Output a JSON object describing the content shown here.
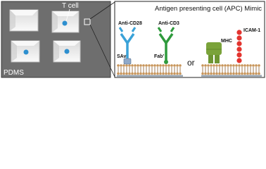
{
  "left_panel": {
    "tcell_label": "T cell",
    "substrate_label": "PDMS"
  },
  "right_panel": {
    "title": "Antigen presenting cell (APC) Mimic",
    "labels": {
      "anti_cd28": "Anti-CD28",
      "anti_cd3": "Anti-CD3",
      "sav": "SAv",
      "fab": "Fab'",
      "or": "or",
      "mhc": "MHC",
      "icam": "ICAM-1"
    }
  },
  "colors": {
    "pdms": "#6e6e6e",
    "microwell": "#f2f2f2",
    "tcell": "#2d8fcf",
    "anti_cd28": "#3aa2d8",
    "anti_cd3": "#2e9a3c",
    "mhc": "#7aa33a",
    "icam": "#e3342f",
    "bilayer_head": "#c8955a",
    "bilayer_tail": "#8a5b2b"
  }
}
